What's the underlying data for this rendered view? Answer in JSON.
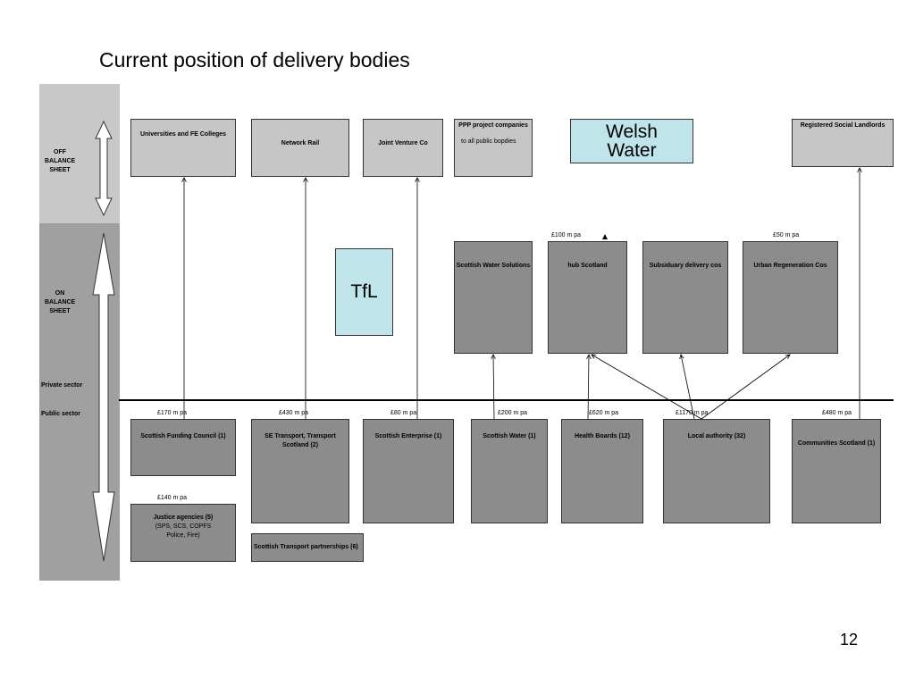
{
  "title": "Current position of delivery bodies",
  "page_number": "12",
  "bands": {
    "off_balance": "OFF\nBALANCE\nSHEET",
    "on_balance": "ON\nBALANCE\nSHEET",
    "private_sector": "Private sector",
    "public_sector": "Public sector"
  },
  "off_balance_bodies": {
    "universities": "Universities and FE Colleges",
    "network_rail": "Network Rail",
    "joint_venture": "Joint Venture Co",
    "ppp_title": "PPP project companies",
    "ppp_sub": "to all public bopdies",
    "welsh_water": "Welsh Water",
    "registered_social": "Registered Social Landlords"
  },
  "on_balance_bodies": {
    "tfl": "TfL",
    "scottish_water_solutions": "Scottish Water Solutions",
    "hub_scotland": "hub Scotland",
    "subsidiary": "Subsiduary delivery cos",
    "urban_regeneration": "Urban Regeneration Cos"
  },
  "public_bodies": {
    "funding_council": "Scottish Funding Council (1)",
    "se_transport": "SE Transport, Transport Scotland (2)",
    "scottish_enterprise": "Scottish Enterprise (1)",
    "scottish_water": "Scottish Water (1)",
    "health_boards": "Health Boards (12)",
    "local_authority": "Local authority (32)",
    "communities": "Communities Scotland (1)",
    "justice_title": "Justice agencies (5)",
    "justice_sub": "(SPS, SCS, COPFS Police, Fire)",
    "transport_partnerships": "Scottish Transport partnerships (6)"
  },
  "amounts": {
    "a170": "£170 m pa",
    "a430": "£430 m pa",
    "a80": "£80 m pa",
    "a200": "£200 m pa",
    "a620": "£620 m pa",
    "a1170": "£1170 m pa",
    "a480": "£480 m pa",
    "a140": "£140 m pa",
    "a100": "£100 m pa",
    "a50": "£50 m pa"
  }
}
